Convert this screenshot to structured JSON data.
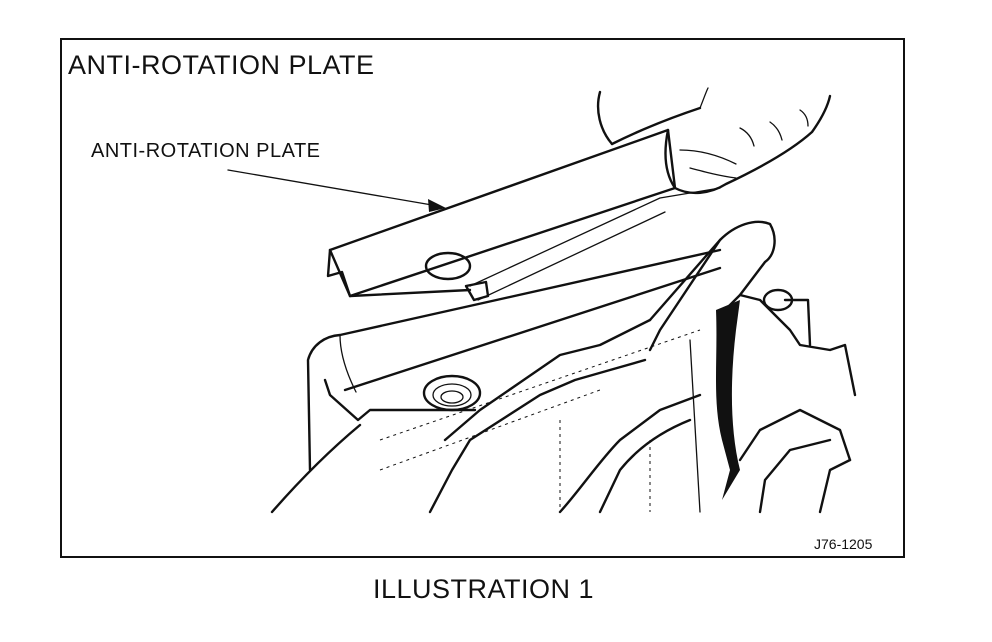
{
  "figure": {
    "title": "ANTI-ROTATION PLATE",
    "callout_label": "ANTI-ROTATION PLATE",
    "figure_id": "J76-1205",
    "caption": "ILLUSTRATION 1"
  }
}
